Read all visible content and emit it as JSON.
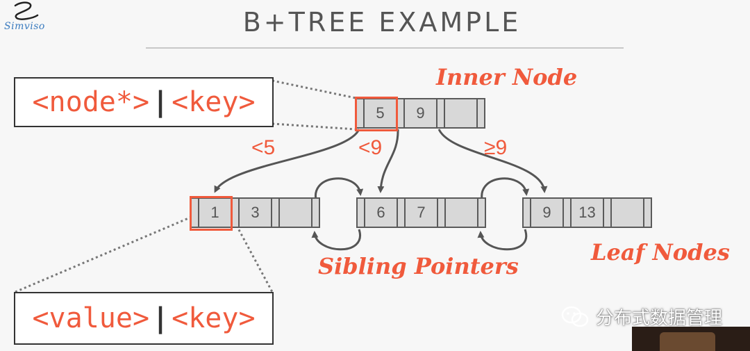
{
  "slide": {
    "title": "B+TREE EXAMPLE",
    "logo_text": "Simviso"
  },
  "labels": {
    "node_ptr": "<node*>",
    "value": "<value>",
    "separator": "|",
    "key_top": "<key>",
    "key_bottom": "<key>"
  },
  "annotations": {
    "inner_node": "Inner Node",
    "leaf_nodes": "Leaf Nodes",
    "sibling_pointers": "Sibling Pointers"
  },
  "conditions": {
    "lt5": "<5",
    "lt9": "<9",
    "ge9": "≥9"
  },
  "tree": {
    "inner_keys": [
      "5",
      "9",
      ""
    ],
    "leaf_1_keys": [
      "1",
      "3",
      ""
    ],
    "leaf_2_keys": [
      "6",
      "7",
      ""
    ],
    "leaf_3_keys": [
      "9",
      "13",
      ""
    ]
  },
  "watermark": {
    "text": "分布式数据管理",
    "icon": "wechat-icon"
  },
  "colors": {
    "accent": "#f05a3c",
    "node_fill": "#d8d8d8",
    "node_border": "#5a5a5a",
    "title": "#555555"
  }
}
